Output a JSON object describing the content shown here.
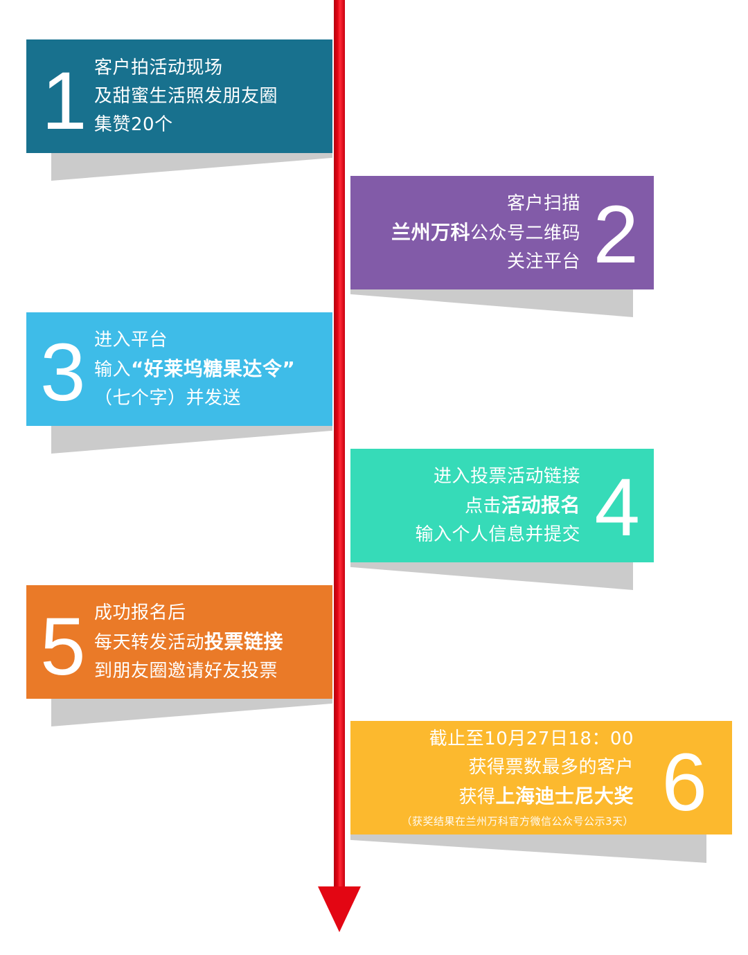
{
  "colors": {
    "line": "#e30613",
    "shadow": "#cbcbcb",
    "step1": "#18718e",
    "step2": "#825ba8",
    "step3": "#3ebce8",
    "step4": "#36dbb8",
    "step5": "#ea7a28",
    "step6": "#fcb92e"
  },
  "steps": [
    {
      "number": "1",
      "lines": [
        {
          "t": "客户拍活动现场"
        },
        {
          "t": "及甜蜜生活照发朋友圈"
        },
        {
          "t": "集赞20个"
        }
      ]
    },
    {
      "number": "2",
      "lines": [
        {
          "t": "客户扫描"
        },
        {
          "b": "兰州万科",
          "t": "公众号二维码"
        },
        {
          "t": "关注平台"
        }
      ]
    },
    {
      "number": "3",
      "lines": [
        {
          "t": "进入平台"
        },
        {
          "t": "输入",
          "b": "“好莱坞糖果达令”"
        },
        {
          "t": "（七个字）并发送"
        }
      ]
    },
    {
      "number": "4",
      "lines": [
        {
          "t": "进入投票活动链接"
        },
        {
          "t": "点击",
          "b": "活动报名"
        },
        {
          "t": "输入个人信息并提交"
        }
      ]
    },
    {
      "number": "5",
      "lines": [
        {
          "t": "成功报名后"
        },
        {
          "t": "每天转发活动",
          "b": "投票链接"
        },
        {
          "t": "到朋友圈邀请好友投票"
        }
      ]
    },
    {
      "number": "6",
      "lines": [
        {
          "t": "截止至10月27日18：00"
        },
        {
          "t": "获得票数最多的客户"
        },
        {
          "t": "获得",
          "b": "上海迪士尼大奖"
        },
        {
          "s": "（获奖结果在兰州万科官方微信公众号公示3天）"
        }
      ]
    }
  ]
}
